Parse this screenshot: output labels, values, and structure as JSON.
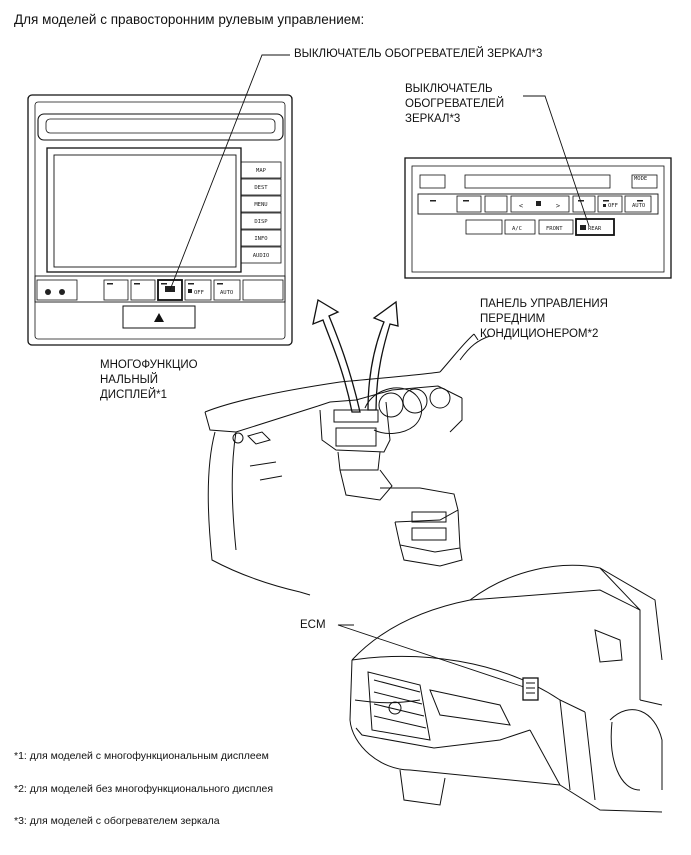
{
  "heading": "Для моделей с правосторонним рулевым управлением:",
  "labels": {
    "mirror_heater_switch_top": "ВЫКЛЮЧАТЕЛЬ ОБОГРЕВАТЕЛЕЙ ЗЕРКАЛ*3",
    "mirror_heater_switch_right": "ВЫКЛЮЧАТЕЛЬ\nОБОГРЕВАТЕЛЕЙ\nЗЕРКАЛ*3",
    "front_ac_panel": "ПАНЕЛЬ УПРАВЛЕНИЯ\nПЕРЕДНИМ\nКОНДИЦИОНЕРОМ*2",
    "multi_display": "МНОГОФУНКЦИО\nНАЛЬНЫЙ\nДИСПЛЕЙ*1",
    "ecm": "ECM"
  },
  "display_buttons": {
    "side": [
      "MAP",
      "DEST",
      "MENU",
      "DISP",
      "INFO",
      "AUDIO"
    ],
    "bottom_off": "OFF",
    "bottom_auto": "AUTO"
  },
  "ac_panel_buttons": {
    "mode": "MODE",
    "off": "OFF",
    "auto": "AUTO",
    "ac": "A/C",
    "front": "FRONT",
    "rear": "REAR",
    "left": "<",
    "right": ">"
  },
  "footnotes": [
    "*1: для моделей с многофункциональным дисплеем",
    "*2: для моделей без многофункционального дисплея",
    "*3: для моделей с обогревателем зеркала"
  ]
}
